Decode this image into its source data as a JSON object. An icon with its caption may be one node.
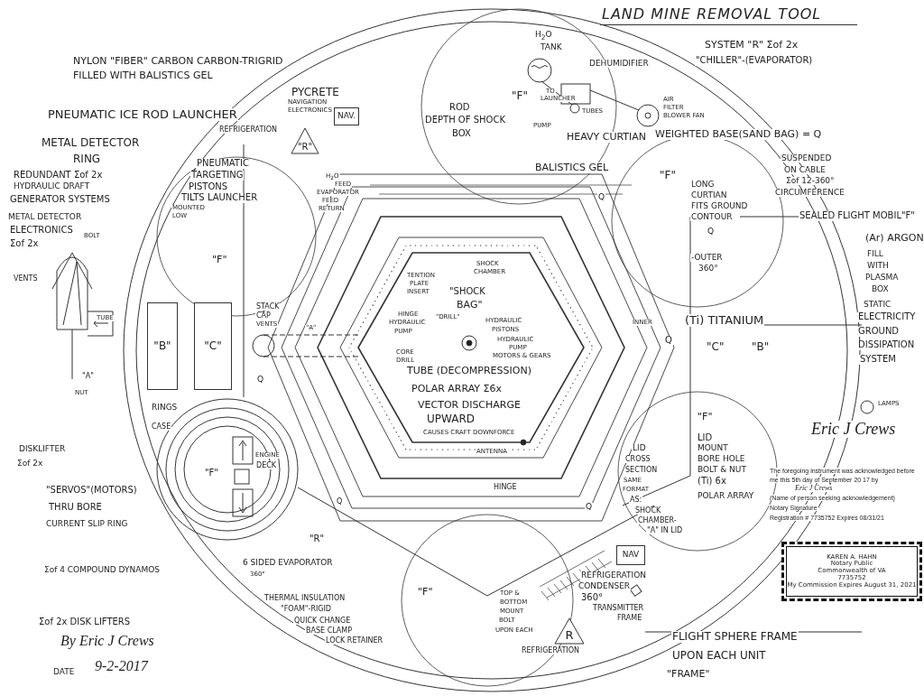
{
  "diagram": {
    "title": "LAND MINE REMOVAL TOOL",
    "nodes": [
      {
        "text": [
          "NAV."
        ]
      },
      {
        "text": [
          "\"R\""
        ],
        "beside": [
          "REFRIGERATION"
        ]
      },
      {
        "text": [
          "\"B\""
        ]
      },
      {
        "text": [
          "\"C\""
        ]
      },
      {
        "text": [
          "NAV"
        ]
      },
      {
        "text": [
          "R"
        ],
        "beside": [
          "REFRIGERATION"
        ]
      },
      {
        "text": [
          "KAREN A. HAHN",
          "Notary Public",
          "Commonwealth of VA",
          "7735752",
          "My Commission Expires August 31, 2021"
        ]
      }
    ],
    "labels": [
      "NYLON \"FIBER\" CARBON CARBON-TRIGRID",
      "FILLED WITH BALISTICS GEL",
      "PYCRETE",
      "NAVIGATION",
      "ELECTRONICS",
      "PNEUMATIC ICE ROD LAUNCHER",
      "METAL DETECTOR",
      "RING",
      "REDUNDANT Σof 2x",
      "HYDRAULIC DRAFT",
      "GENERATOR SYSTEMS",
      "METAL DETECTOR",
      "ELECTRONICS",
      "Σof 2x",
      "BOLT",
      "PNEUMATIC",
      "TARGETING",
      "PISTONS",
      "TILTS LAUNCHER",
      "MOUNTED",
      "LOW",
      "\"F\"",
      "H$_{2}$O",
      "FEED",
      "EVAPORATOR",
      "FEED",
      "RETURN",
      "H$_{2}$O",
      "TANK",
      "DEHUMIDIFIER",
      "TO",
      "LAUNCHER",
      "TUBES",
      "PUMP",
      "AIR",
      "FILTER",
      "BLOWER FAN",
      "SYSTEM \"R\" Σof 2x",
      "\"CHILLER\"-(EVAPORATOR)",
      "ROD",
      "DEPTH OF SHOCK",
      "BOX",
      "\"F\"",
      "HEAVY CURTIAN",
      "WEIGHTED BASE(SAND BAG) = Q",
      "BALISTICS GEL",
      "Q",
      "\"F\"",
      "LONG",
      "CURTIAN",
      "FITS GROUND",
      "CONTOUR",
      "Q",
      "-OUTER",
      "360°",
      "SUSPENDED",
      "ON CABLE",
      "Σof 12-360°",
      "CIRCUMFERENCE",
      "SEALED FLIGHT MOBIL\"F\"",
      "(Ar) ARGON",
      "FILL",
      "WITH",
      "PLASMA",
      "BOX",
      "STATIC",
      "ELECTRICITY",
      "GROUND",
      "DISSIPATION",
      "SYSTEM",
      "VENTS",
      "TUBE",
      "\"A\"",
      "NUT",
      "STACK",
      "CAP",
      "VENTS",
      "Q",
      "\"A\"",
      "SHOCK",
      "CHAMBER",
      "TENTION",
      "PLATE",
      "INSERT",
      "\"SHOCK",
      "BAG\"",
      "HINGE",
      "HYDRAULIC",
      "PUMP",
      "\"DRILL\"",
      "HYDRAULIC",
      "PISTONS",
      "HYDRAULIC",
      "PUMP",
      "MOTORS & GEARS",
      "CORE",
      "DRILL",
      "TUBE (DECOMPRESSION)",
      "POLAR ARRAY Σ6x",
      "VECTOR DISCHARGE",
      "UPWARD",
      "CAUSES CRAFT DOWNFORCE",
      "ANTENNA",
      "INNER",
      "(Ti) TITANIUM",
      "Q",
      "\"C\"",
      "\"B\"",
      "LAMPS",
      "Eric J Crews",
      "RINGS",
      "CASE",
      "DISKLIFTER",
      "Σof 2x",
      "\"F\"",
      "ENGINE",
      "DECK",
      "\"SERVOS\"(MOTORS)",
      "THRU BORE",
      "CURRENT SLIP RING",
      "\"F\"",
      "LID",
      "MOUNT",
      "BORE HOLE",
      "BOLT & NUT",
      "(Ti) 6x",
      "POLAR ARRAY",
      "LID",
      "CROSS",
      "SECTION",
      "SAME",
      "FORMAT",
      "AS:",
      "SHOCK",
      "CHAMBER-",
      "\"A\" IN LID",
      "The foregoing instrument was acknowledged before",
      "me this 5th day of September 20 17 by",
      "Eric J Crews",
      "(Name of person seeking acknowledgement)",
      "Notary Signature",
      "Registration # 7735752 Expires 08/31/21",
      "HINGE",
      "Q",
      "\"R\"",
      "Q",
      "Σof 4 COMPOUND DYNAMOS",
      "6 SIDED EVAPORATOR",
      "360°",
      "\"F\"",
      "TOP &",
      "BOTTOM",
      "MOUNT",
      "BOLT",
      "UPON EACH",
      "REFRIGERATION",
      "CONDENSER",
      "360°",
      "TRANSMITTER",
      "FRAME",
      "THERMAL INSULATION",
      "\"FOAM\"-RIGID",
      "QUICK CHANGE",
      "BASE CLAMP",
      "LOCK RETAINER",
      "Σof 2x DISK LIFTERS",
      "FLIGHT SPHERE FRAME",
      "UPON EACH UNIT",
      "\"FRAME\"",
      "By Eric J Crews",
      "DATE",
      "9-2-2017"
    ]
  }
}
